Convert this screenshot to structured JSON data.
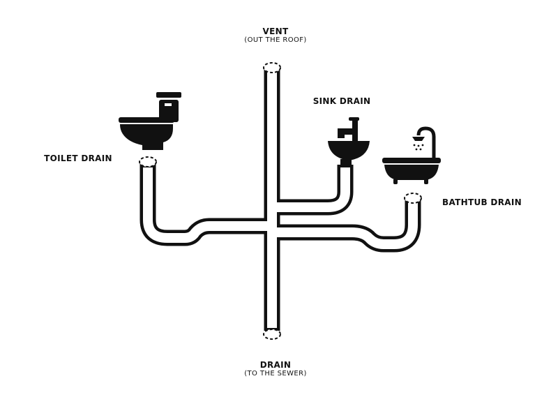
{
  "labels": {
    "vent": "VENT",
    "vent_sub": "(OUT THE ROOF)",
    "drain": "DRAIN",
    "drain_sub": "(TO THE SEWER)",
    "sink": "SINK DRAIN",
    "toilet": "TOILET DRAIN",
    "bathtub": "BATHTUB DRAIN"
  },
  "fixtures": [
    "toilet-icon",
    "sink-icon",
    "bathtub-icon",
    "shower-head-icon"
  ],
  "colors": {
    "ink": "#111111",
    "background": "#ffffff"
  }
}
